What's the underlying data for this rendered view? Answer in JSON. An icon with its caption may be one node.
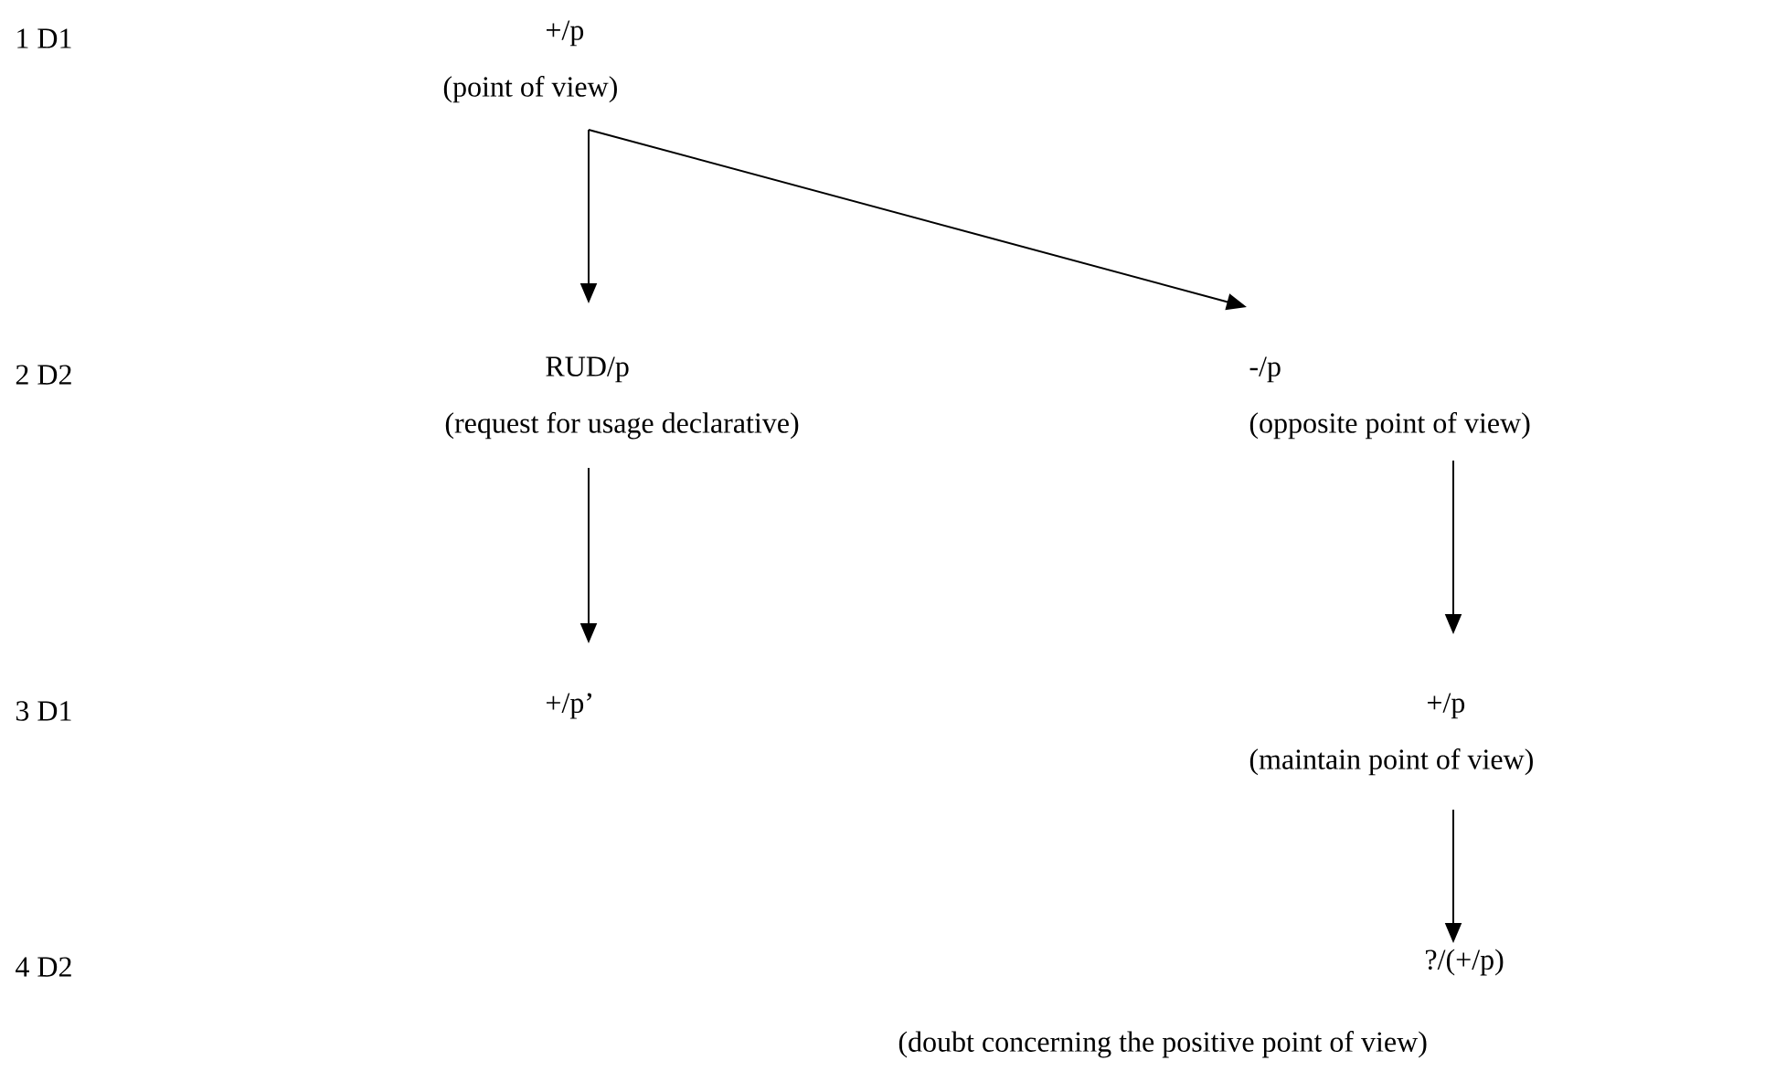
{
  "diagram": {
    "nodes": [
      {
        "text": [
          "+/p",
          "(point of view)"
        ]
      },
      {
        "text": [
          "RUD/p",
          "(request for usage declarative)"
        ]
      },
      {
        "text": [
          "-/p",
          "(opposite point of view)"
        ]
      },
      {
        "text": [
          "+/p’"
        ]
      },
      {
        "text": [
          "+/p",
          "(maintain point of view)"
        ]
      },
      {
        "text": [
          "?/(+/p)",
          "(doubt concerning the positive point of view)"
        ]
      }
    ],
    "edges": [
      {
        "from": 0,
        "to": 1,
        "arrow": "to"
      },
      {
        "from": 0,
        "to": 2,
        "arrow": "to"
      },
      {
        "from": 1,
        "to": 3,
        "arrow": "to"
      },
      {
        "from": 2,
        "to": 4,
        "arrow": "to"
      },
      {
        "from": 4,
        "to": 5,
        "arrow": "to"
      }
    ],
    "labels": [
      "1 D1",
      "2 D2",
      "3 D1",
      "4 D2"
    ]
  }
}
